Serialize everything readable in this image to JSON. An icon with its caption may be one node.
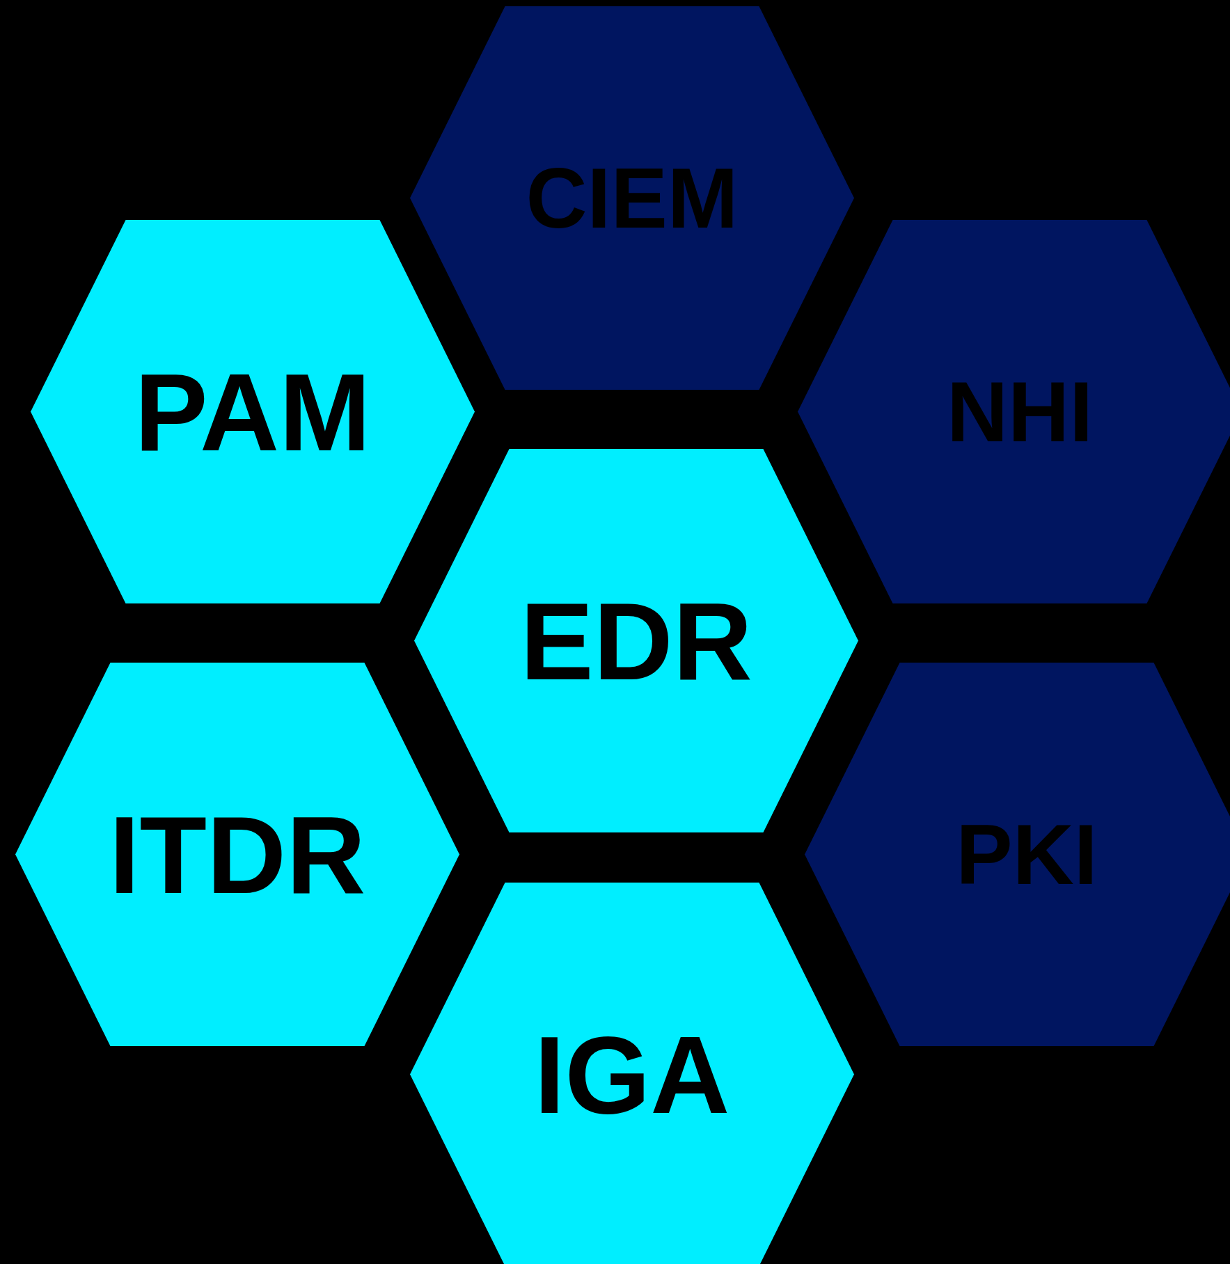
{
  "diagram": {
    "nodes": [
      {
        "text": [
          "CIEM"
        ]
      },
      {
        "text": [
          "PAM"
        ]
      },
      {
        "text": [
          "NHI"
        ]
      },
      {
        "text": [
          "EDR"
        ]
      },
      {
        "text": [
          "ITDR"
        ]
      },
      {
        "text": [
          "PKI"
        ]
      },
      {
        "text": [
          "IGA"
        ]
      }
    ]
  }
}
